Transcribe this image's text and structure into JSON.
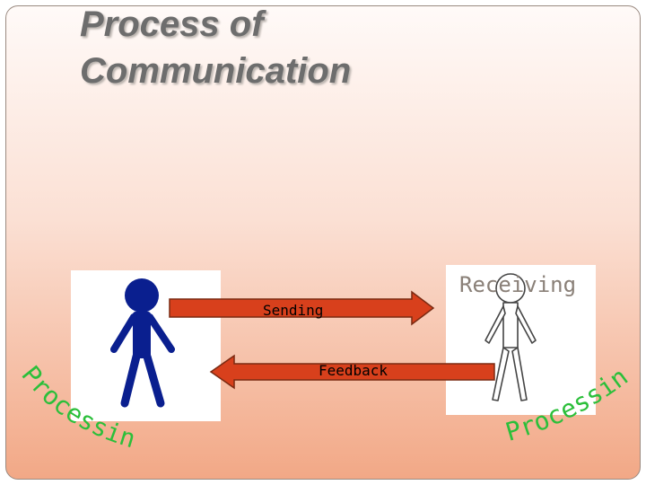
{
  "slide": {
    "title_line1": "Process of",
    "title_line2": "Communication"
  },
  "diagram": {
    "sending_label": "Sending",
    "feedback_label": "Feedback",
    "receiving_label": "Receiving",
    "processing_left": "Processing",
    "processing_right": "Processing"
  },
  "colors": {
    "arrow_fill": "#d8401c",
    "arrow_stroke": "#7a2a12",
    "sender_figure": "#0a1f8f",
    "receiver_figure": "#ffffff",
    "processing_text": "#2bbf3a",
    "title_text": "#6d6d6d"
  },
  "icons": {
    "sender": "stick-figure-icon",
    "receiver": "stick-figure-outline-icon"
  }
}
